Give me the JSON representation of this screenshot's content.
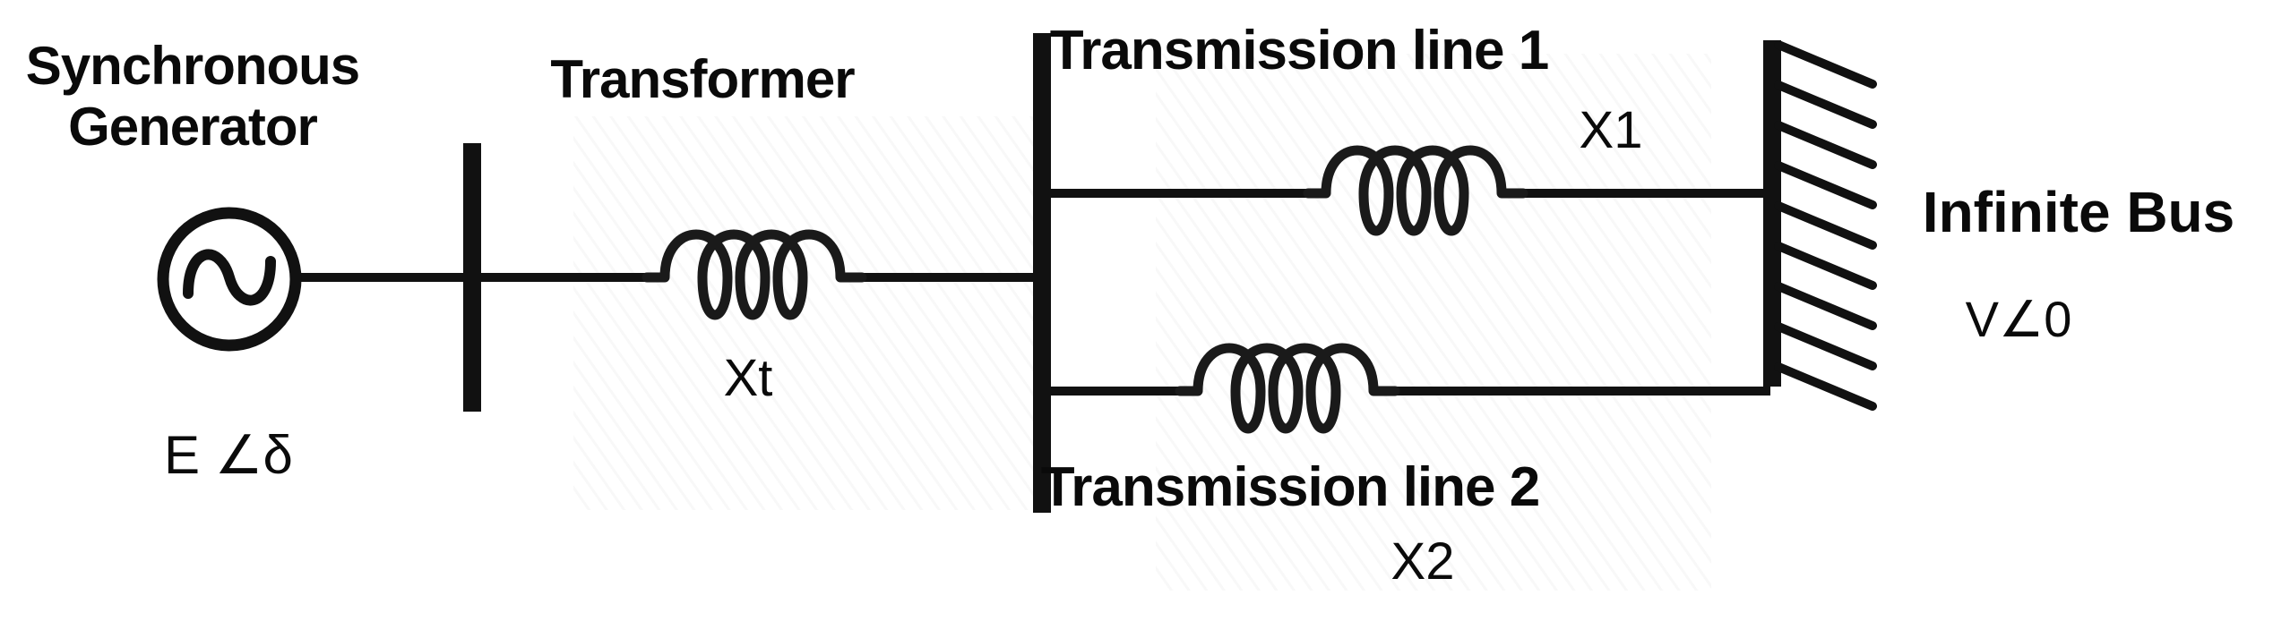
{
  "diagram": {
    "generator": {
      "label": "Synchronous Generator",
      "emf_label": "E ∠δ"
    },
    "transformer": {
      "label": "Transformer",
      "reactance_label": "Xt"
    },
    "transmission_line_1": {
      "label": "Transmission line 1",
      "reactance_label": "X1"
    },
    "transmission_line_2": {
      "label": "Transmission line 2",
      "reactance_label": "X2"
    },
    "infinite_bus": {
      "label": "Infinite Bus",
      "voltage_label": "V∠0"
    },
    "colors": {
      "ink": "#111111",
      "background": "#ffffff"
    }
  }
}
